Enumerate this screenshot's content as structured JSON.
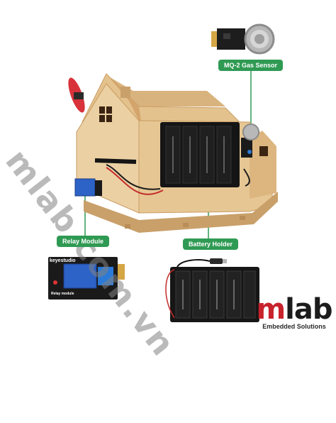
{
  "labels": {
    "gas_sensor": "MQ-2 Gas Sensor",
    "relay_module": "Relay Module",
    "battery_holder": "Battery Holder"
  },
  "relay_board": {
    "brand": "keyestudio",
    "footer": "Relay module"
  },
  "watermark": "mlab.com.vn",
  "brand": {
    "m": "m",
    "lab": "lab",
    "tagline": "Embedded Solutions"
  },
  "colors": {
    "wood": "#e8c99a",
    "wood_dark": "#c99b62",
    "label_green": "#2f9a53",
    "relay_blue": "#2d62c6",
    "brand_red": "#c8232c"
  }
}
